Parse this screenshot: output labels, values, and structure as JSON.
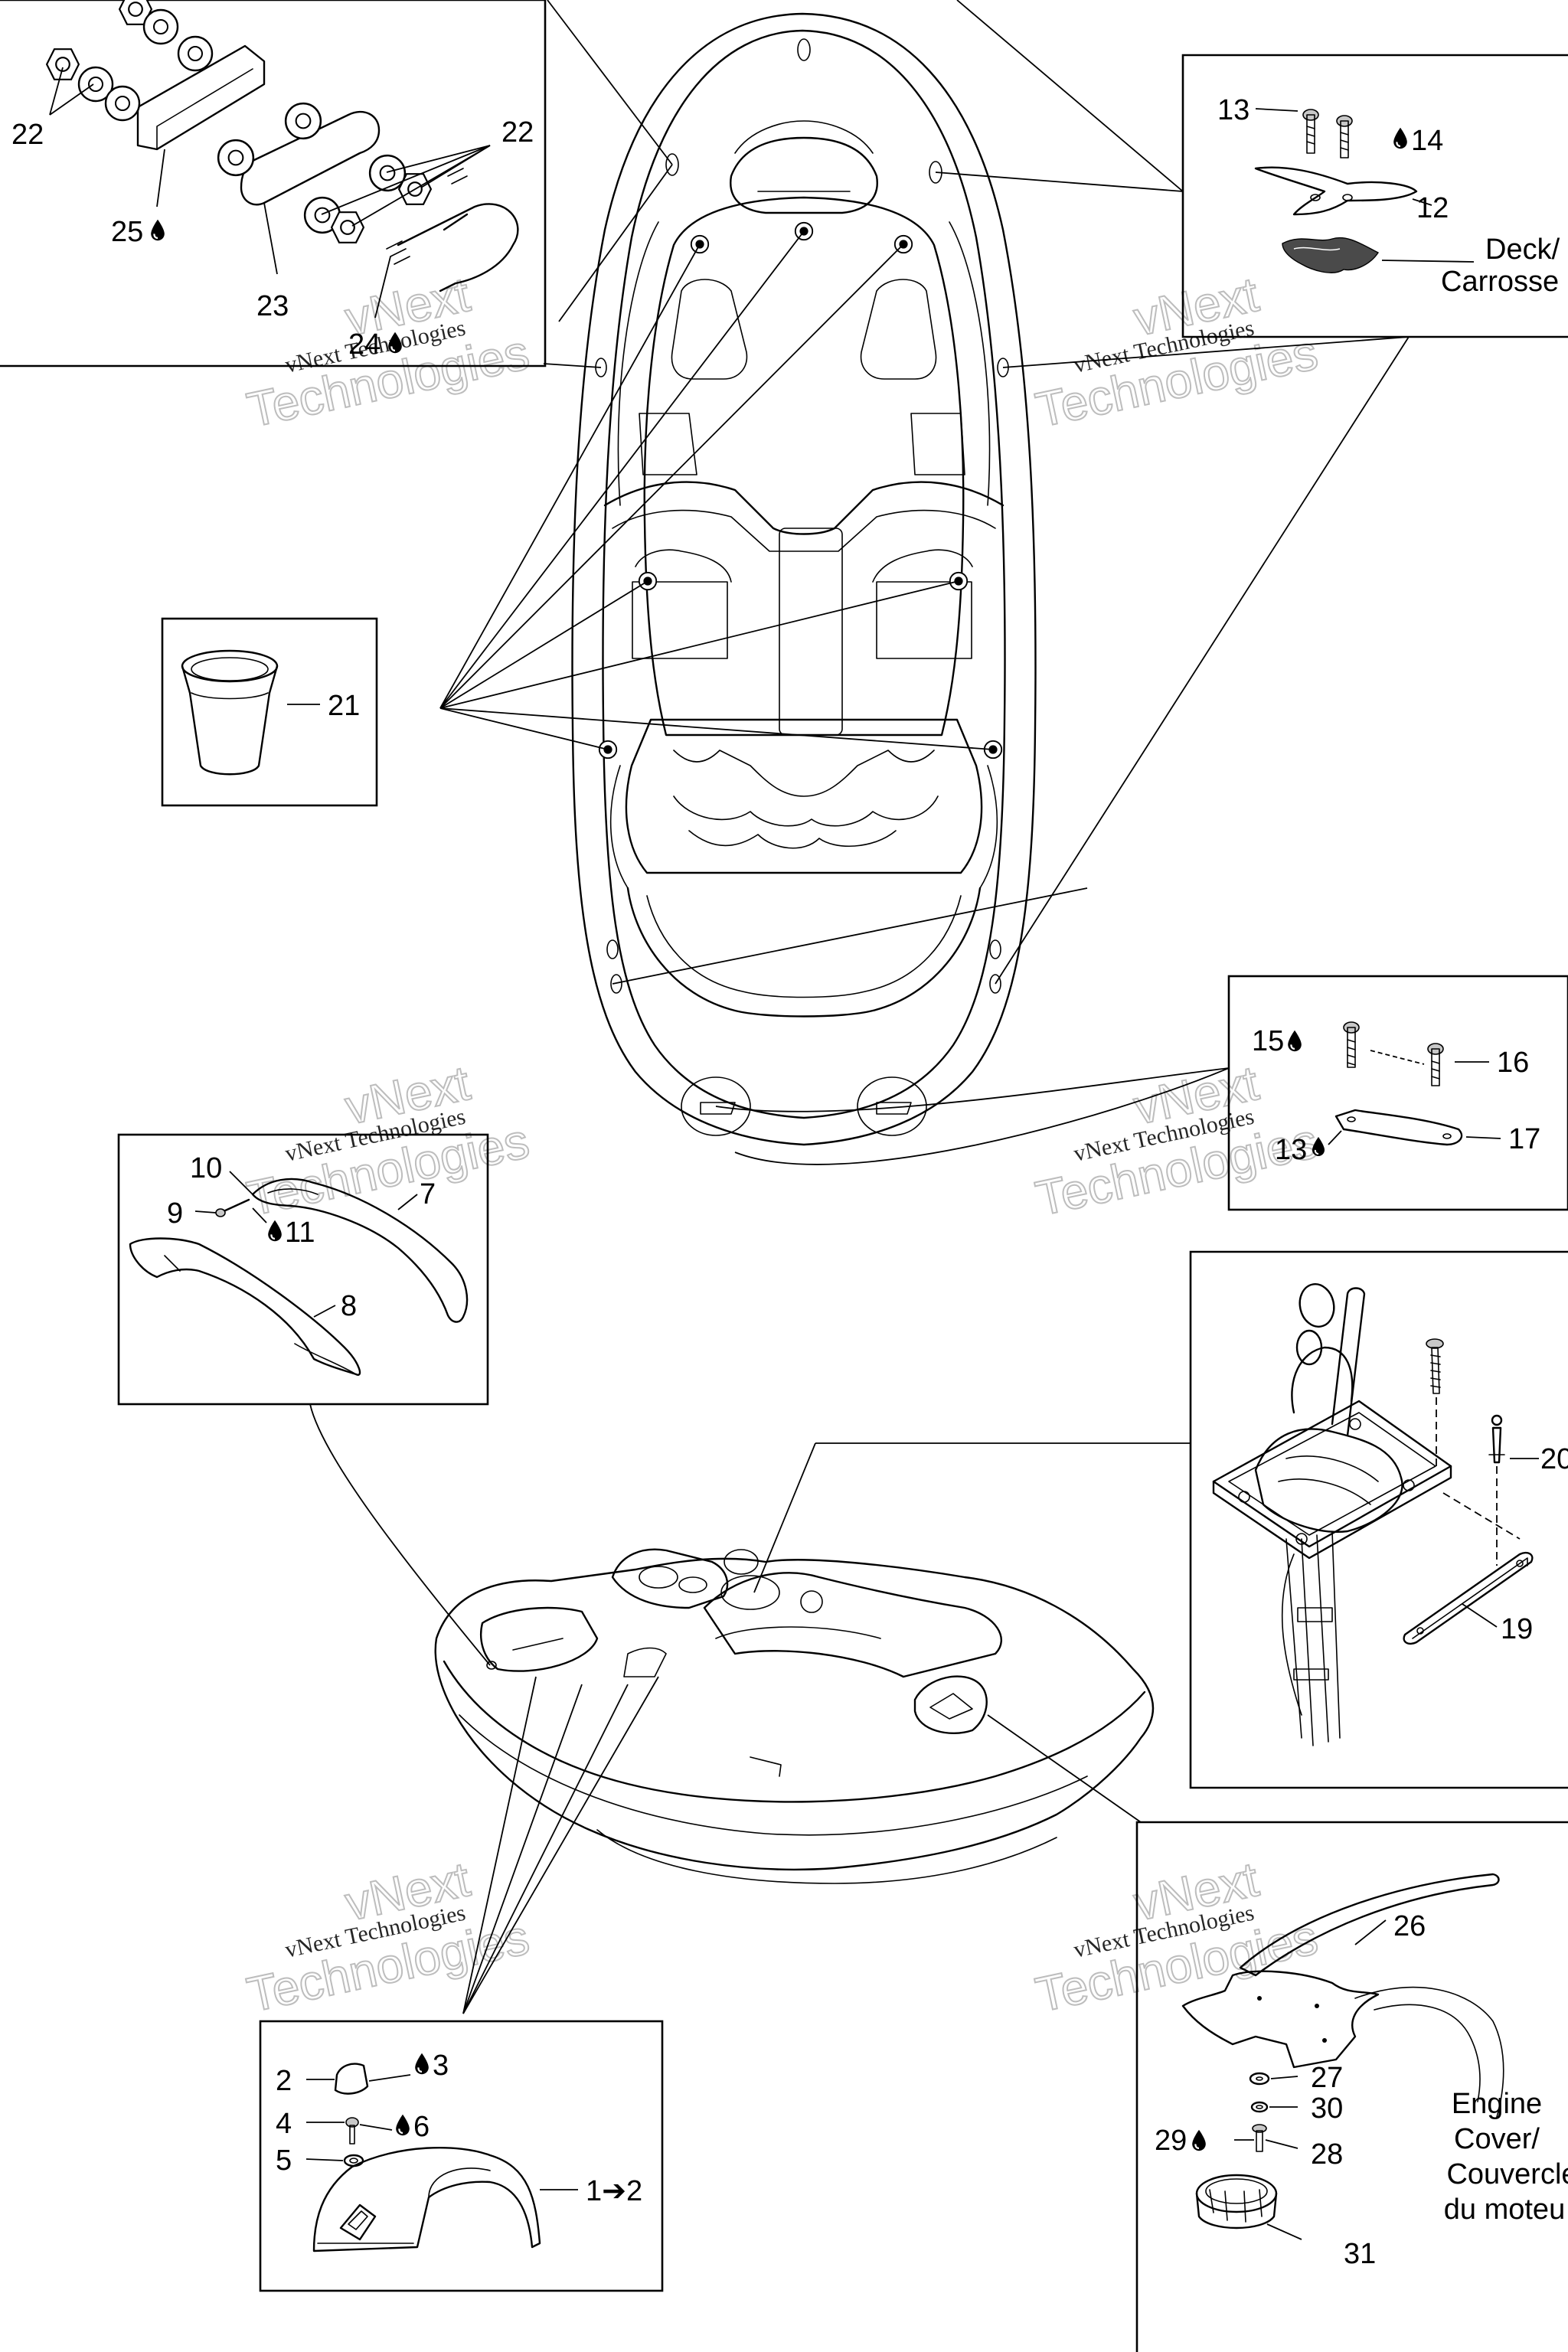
{
  "labels": {
    "n1": "1",
    "n1arrow": "1➔2",
    "n2": "2",
    "n3": "3",
    "n4": "4",
    "n5": "5",
    "n6": "6",
    "n7": "7",
    "n8": "8",
    "n9": "9",
    "n10": "10",
    "n11": "11",
    "n12": "12",
    "n13": "13",
    "n13b": "13",
    "n14": "14",
    "n15": "15",
    "n16": "16",
    "n17": "17",
    "n19": "19",
    "n20": "20",
    "n21": "21",
    "n22a": "22",
    "n22b": "22",
    "n23": "23",
    "n24": "24",
    "n25": "25",
    "n26": "26",
    "n27": "27",
    "n28": "28",
    "n29": "29",
    "n30": "30",
    "n31": "31"
  },
  "notes": {
    "deck_line1": "Deck/",
    "deck_line2": "Carrosse",
    "engine_line1": "Engine",
    "engine_line2": "Cover/",
    "engine_line3": "Couvercle",
    "engine_line4": "du moteu"
  },
  "watermark": {
    "line1": "vNext",
    "line2": "vNext Technologies",
    "line3": "Technologies"
  },
  "icons": {
    "liquid_drop": "drop-icon",
    "arrow": "arrow-right-icon"
  }
}
